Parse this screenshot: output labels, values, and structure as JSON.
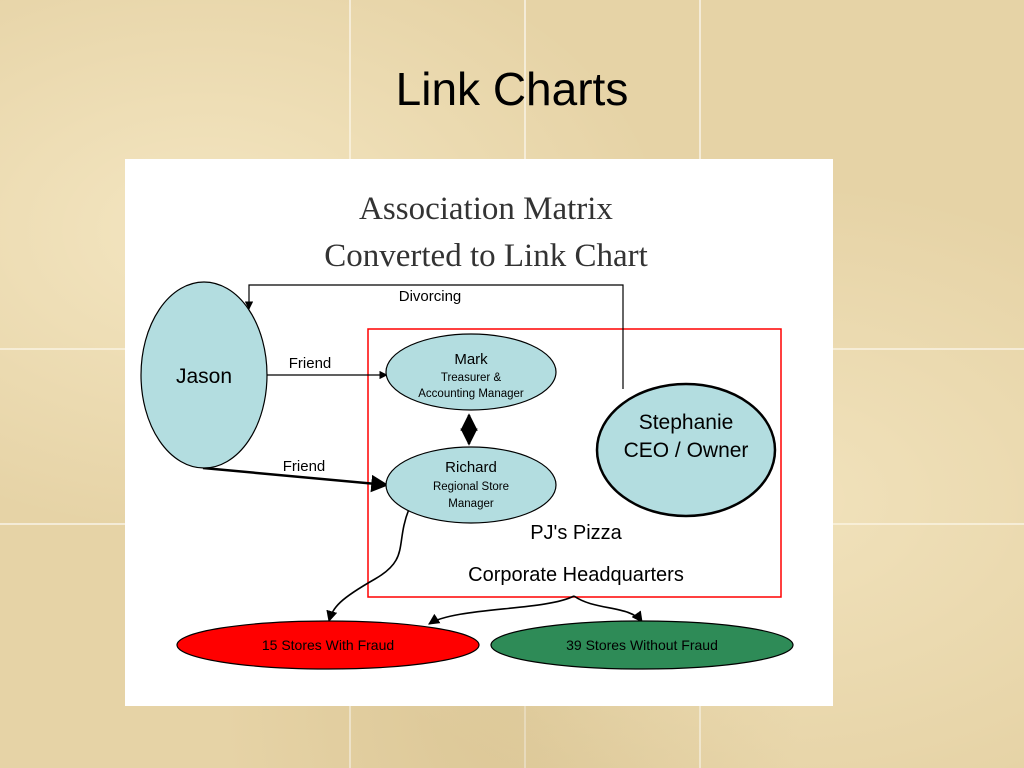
{
  "slide": {
    "title": "Link Charts"
  },
  "diagram": {
    "heading_line1": "Association Matrix",
    "heading_line2": "Converted to Link Chart",
    "nodes": {
      "jason": {
        "label": "Jason"
      },
      "mark": {
        "name": "Mark",
        "role_line1": "Treasurer &",
        "role_line2": "Accounting Manager"
      },
      "richard": {
        "name": "Richard",
        "role_line1": "Regional Store",
        "role_line2": "Manager"
      },
      "stephanie": {
        "line1": "Stephanie",
        "line2": "CEO / Owner"
      },
      "fraud_stores": {
        "label": "15 Stores With Fraud"
      },
      "clean_stores": {
        "label": "39 Stores Without Fraud"
      }
    },
    "links": {
      "divorcing": "Divorcing",
      "friend_mark": "Friend",
      "friend_richard": "Friend"
    },
    "organization": {
      "line1": "PJ's Pizza",
      "line2": "Corporate Headquarters"
    },
    "colors": {
      "person_fill": "#b3dde0",
      "fraud_fill": "#ff0000",
      "clean_fill": "#2e8b57",
      "org_border": "#ff0000"
    }
  }
}
